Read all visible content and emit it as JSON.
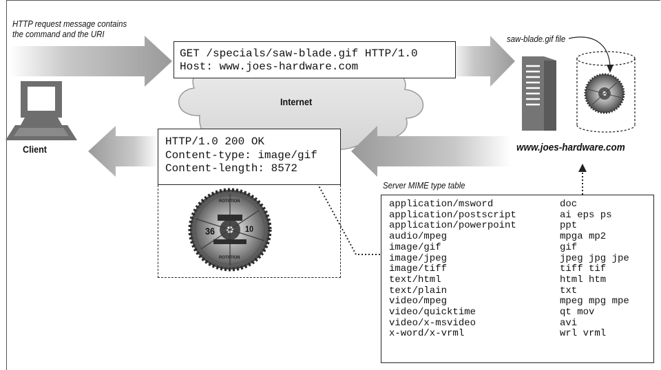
{
  "labels": {
    "request_caption": "HTTP request message contains\nthe command and the URI",
    "file_caption": "saw-blade.gif file",
    "internet": "Internet",
    "client": "Client",
    "server": "www.joes-hardware.com",
    "mime_caption": "Server MIME type table"
  },
  "request": {
    "lines": [
      "GET /specials/saw-blade.gif HTTP/1.0",
      "Host: www.joes-hardware.com"
    ]
  },
  "response": {
    "lines": [
      "HTTP/1.0 200 OK",
      "Content-type: image/gif",
      "Content-length: 8572"
    ]
  },
  "saw_blade": {
    "size": "36",
    "size_right": "10",
    "rotation_label": "ROTATION"
  },
  "mime_table": [
    {
      "type": "application/msword",
      "ext": "doc"
    },
    {
      "type": "application/postscript",
      "ext": "ai eps ps"
    },
    {
      "type": "application/powerpoint",
      "ext": "ppt"
    },
    {
      "type": "audio/mpeg",
      "ext": "mpga mp2"
    },
    {
      "type": "image/gif",
      "ext": "gif"
    },
    {
      "type": "image/jpeg",
      "ext": "jpeg jpg jpe"
    },
    {
      "type": "image/tiff",
      "ext": "tiff tif"
    },
    {
      "type": "text/html",
      "ext": "html htm"
    },
    {
      "type": "text/plain",
      "ext": "txt"
    },
    {
      "type": "video/mpeg",
      "ext": "mpeg mpg mpe"
    },
    {
      "type": "video/quicktime",
      "ext": "qt mov"
    },
    {
      "type": "video/x-msvideo",
      "ext": "avi"
    },
    {
      "type": "x-word/x-vrml",
      "ext": "wrl vrml"
    }
  ],
  "colors": {
    "arrow": "#b4b4b4",
    "cloud": "#e2e2e2",
    "computer": "#6e6e6e",
    "server": "#757575"
  }
}
